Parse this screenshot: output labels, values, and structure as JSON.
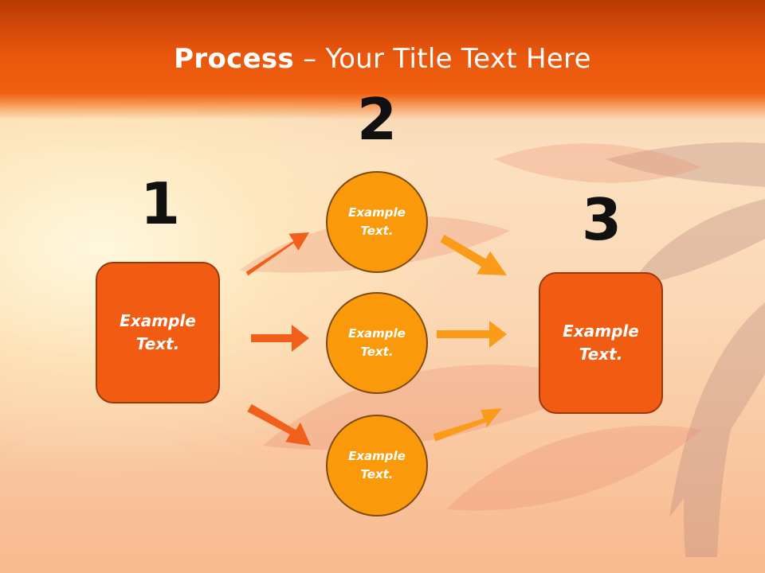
{
  "slide": {
    "title_bold": "Process",
    "title_rest": " – Your Title Text Here"
  },
  "steps": {
    "one": "1",
    "two": "2",
    "three": "3"
  },
  "boxes": {
    "left": "Example Text.",
    "right": "Example Text."
  },
  "circles": {
    "top": "Example Text.",
    "middle": "Example Text.",
    "bottom": "Example Text."
  },
  "colors": {
    "header": "#f0600e",
    "box": "#f15b12",
    "circle": "#fa9a0a",
    "arrow_left": "#f0601a",
    "arrow_right": "#fa9b1a"
  }
}
